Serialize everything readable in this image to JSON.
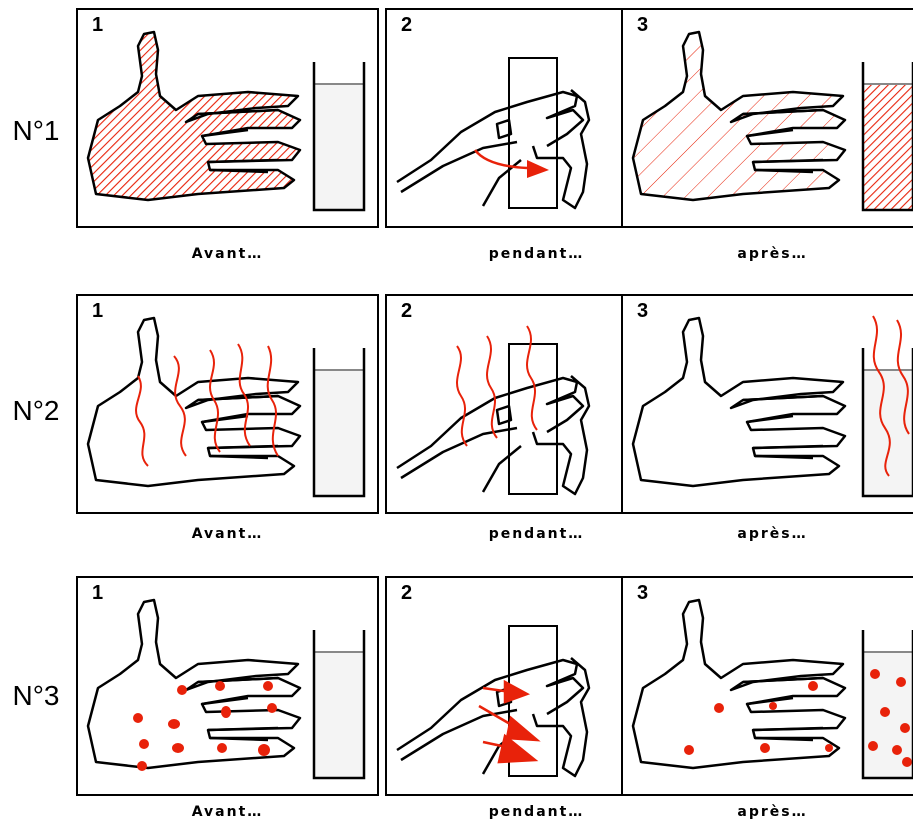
{
  "rows": [
    {
      "label": "N°1",
      "captions": [
        "Avant…",
        "pendant…",
        "après…"
      ],
      "panels": [
        "1",
        "2",
        "3"
      ]
    },
    {
      "label": "N°2",
      "captions": [
        "Avant…",
        "pendant…",
        "après…"
      ],
      "panels": [
        "1",
        "2",
        "3"
      ]
    },
    {
      "label": "N°3",
      "captions": [
        "Avant…",
        "pendant…",
        "après…"
      ],
      "panels": [
        "1",
        "2",
        "3"
      ]
    }
  ],
  "colors": {
    "accent": "#e8220a",
    "outline": "#000000",
    "water": "#f4f4f4",
    "waterline": "#888888"
  }
}
